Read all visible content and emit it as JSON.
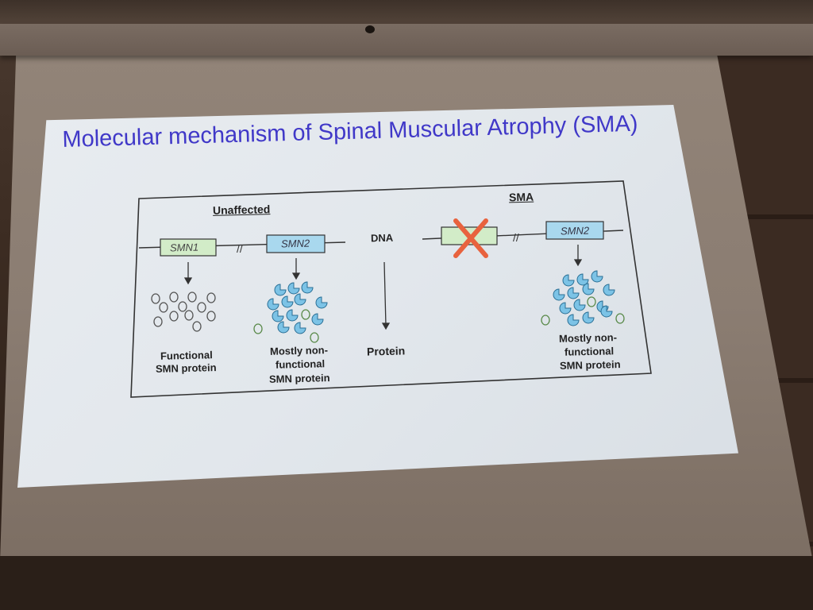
{
  "slide": {
    "title": "Molecular mechanism of Spinal Muscular Atrophy (SMA)"
  },
  "figure": {
    "unaffected_heading": "Unaffected",
    "sma_heading": "SMA",
    "gene_smn1": "SMN1",
    "gene_smn2_left": "SMN2",
    "gene_smn2_right": "SMN2",
    "dna_label": "DNA",
    "protein_label": "Protein",
    "functional_caption_line1": "Functional",
    "functional_caption_line2": "SMN protein",
    "nonfunctional_left_line1": "Mostly non-",
    "nonfunctional_left_line2": "functional",
    "nonfunctional_left_line3": "SMN protein",
    "nonfunctional_right_line1": "Mostly non-",
    "nonfunctional_right_line2": "functional",
    "nonfunctional_right_line3": "SMN protein"
  },
  "colors": {
    "title_color": "#4038c8",
    "smn1_box": "#d2ecc8",
    "smn2_box": "#a9d8ee",
    "pacman_fill": "#7cc3e6",
    "cross_color": "#e8623e"
  }
}
